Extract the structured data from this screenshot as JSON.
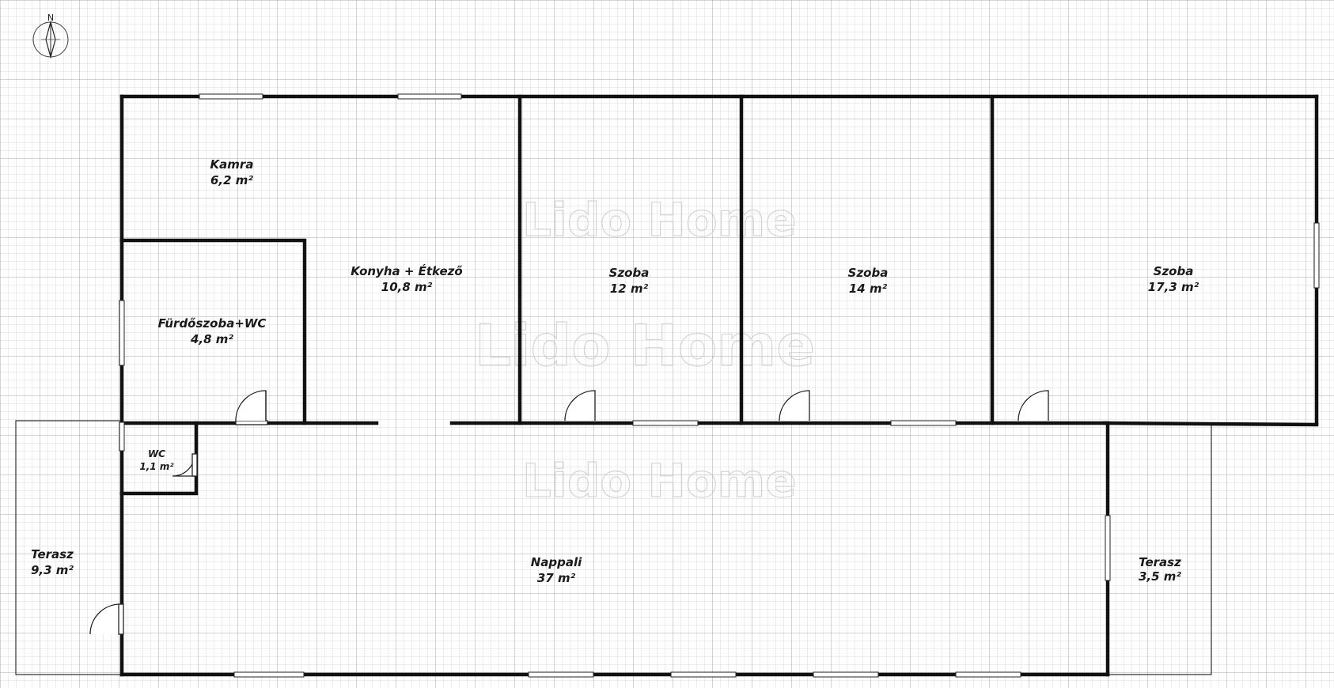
{
  "compass": {
    "label": "N"
  },
  "watermark": {
    "text": "Lido Home"
  },
  "rooms": {
    "kamra": {
      "name": "Kamra",
      "area": "6,2 m²"
    },
    "furdo": {
      "name": "Fürdőszoba+WC",
      "area": "4,8 m²"
    },
    "konyha": {
      "name": "Konyha + Étkező",
      "area": "10,8 m²"
    },
    "szoba1": {
      "name": "Szoba",
      "area": "12 m²"
    },
    "szoba2": {
      "name": "Szoba",
      "area": "14 m²"
    },
    "szoba3": {
      "name": "Szoba",
      "area": "17,3 m²"
    },
    "wc": {
      "name": "WC",
      "area": "1,1 m²"
    },
    "terasz_left": {
      "name": "Terasz",
      "area": "9,3 m²"
    },
    "nappali": {
      "name": "Nappali",
      "area": "37 m²"
    },
    "terasz_right": {
      "name": "Terasz",
      "area": "3,5 m²"
    }
  },
  "colors": {
    "wall": "#111111",
    "grid_minor": "#cfcfcf",
    "grid_major": "#a9a9a9",
    "background": "#ffffff"
  }
}
